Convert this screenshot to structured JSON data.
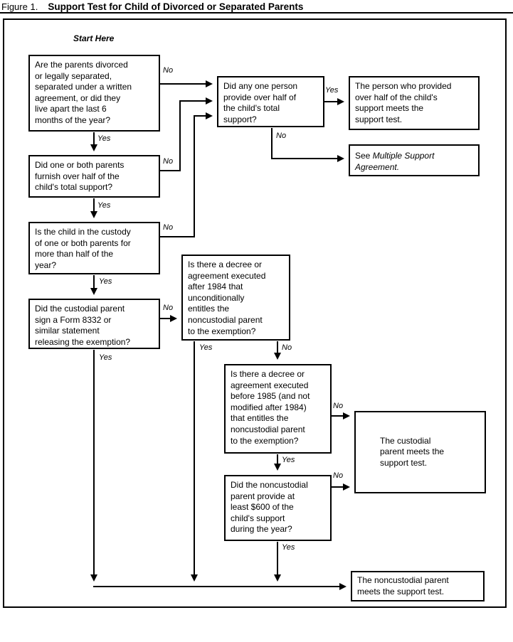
{
  "title": {
    "figure_label": "Figure 1.",
    "text": "Support Test for Child of Divorced or Separated Parents"
  },
  "start_label": "Start Here",
  "nodes": {
    "q_divorced": "Are the parents divorced\nor legally separated,\nseparated under a written\nagreement, or did they\nlive apart the last 6\nmonths of the year?",
    "q_parents_half_support": "Did one or both parents\nfurnish over half of the\nchild's total support?",
    "q_custody": "Is the child in the custody\nof one or both parents for\nmore than half of the\nyear?",
    "q_form_8332": "Did the custodial parent\nsign a Form 8332 or\nsimilar statement\nreleasing the exemption?",
    "q_one_person_half": "Did any one person\nprovide over half of\nthe child's total\nsupport?",
    "r_person_meets": "The person who provided\nover half of the child's\nsupport meets the\nsupport test.",
    "r_multiple_see": "See",
    "r_multiple_ref": "Multiple Support\nAgreement.",
    "q_decree_after_1984": "Is there a decree or\nagreement executed\nafter 1984 that\nunconditionally\nentitles the\nnoncustodial parent\nto the exemption?",
    "q_decree_before_1985": "Is there a decree or\nagreement executed\nbefore 1985 (and not\nmodified after 1984)\nthat entitles the\nnoncustodial parent\nto the exemption?",
    "q_600_support": "Did the noncustodial\nparent provide at\nleast $600 of the\nchild's support\nduring the year?",
    "r_custodial_meets": "The custodial\nparent meets the\nsupport test.",
    "r_noncustodial_meets": "The noncustodial parent\nmeets the support test."
  },
  "edge_labels": {
    "a_no": "No",
    "a_yes": "Yes",
    "b_no": "No",
    "b_yes": "Yes",
    "c_no": "No",
    "c_yes": "Yes",
    "d_no": "No",
    "d_yes": "Yes",
    "e_yes": "Yes",
    "e_no": "No",
    "h_yes": "Yes",
    "h_no": "No",
    "i_yes": "Yes",
    "i_no": "No",
    "j_no": "No",
    "j_yes": "Yes"
  },
  "colors": {
    "line": "#000000",
    "background": "#ffffff"
  }
}
